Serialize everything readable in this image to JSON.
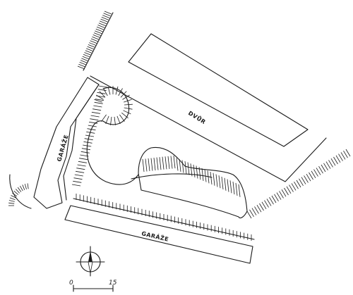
{
  "plan": {
    "labels": {
      "courtyard": "DVŮR",
      "garage_left": "GARÁŽE",
      "garage_bottom": "GARÁŽE"
    },
    "scale": {
      "start": "0",
      "end": "15"
    },
    "north_arrow": "north-arrow-icon",
    "ink_color": "#1a1a1a",
    "paper_color": "#ffffff"
  }
}
